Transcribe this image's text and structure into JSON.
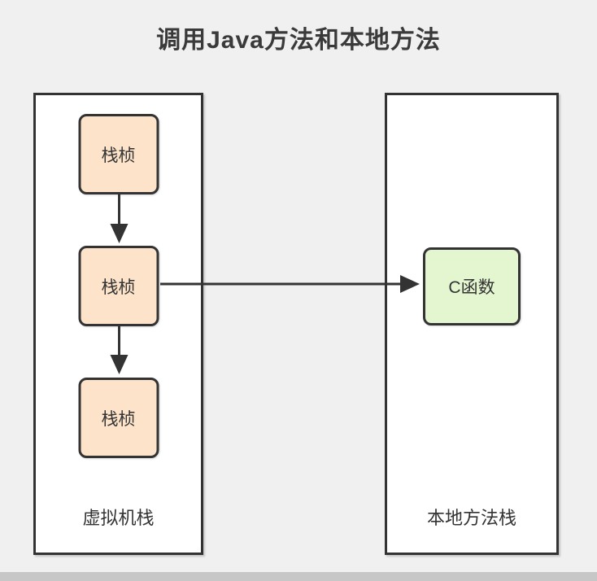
{
  "title": "调用Java方法和本地方法",
  "colors": {
    "background": "#f0f0f0",
    "container_fill": "#ffffff",
    "stroke": "#333333",
    "frame_fill": "#fce3c9",
    "cfn_fill": "#e4f6cf",
    "bottom_bar": "#c7c7c7"
  },
  "vm_stack": {
    "label": "虚拟机栈",
    "frames": [
      "栈桢",
      "栈桢",
      "栈桢"
    ]
  },
  "native_stack": {
    "label": "本地方法栈",
    "node": "C函数"
  },
  "arrows": [
    {
      "name": "frame1-to-frame2",
      "direction": "down"
    },
    {
      "name": "frame2-to-frame3",
      "direction": "down"
    },
    {
      "name": "frame2-to-c-function",
      "direction": "right"
    }
  ]
}
